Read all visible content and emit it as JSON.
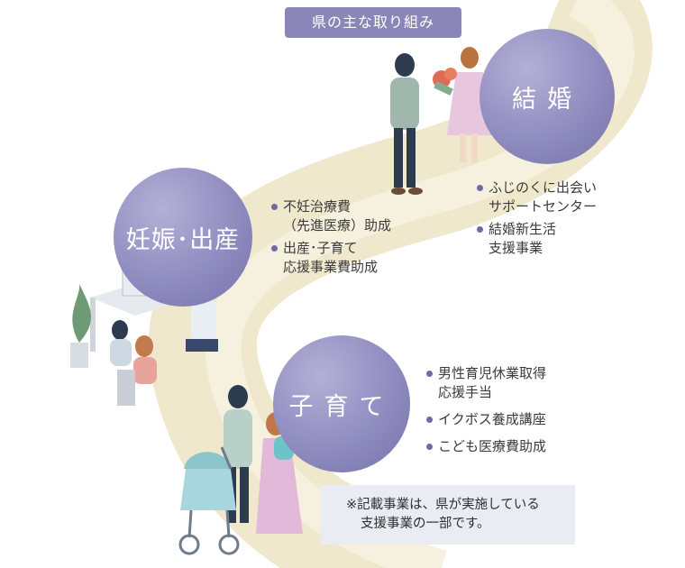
{
  "tag_label": "県の主な取り組み",
  "stages": {
    "marriage": {
      "title": "結婚",
      "items": [
        {
          "lines": [
            "ふじのくに出会い",
            "サポートセンター"
          ]
        },
        {
          "lines": [
            "結婚新生活",
            "支援事業"
          ]
        }
      ]
    },
    "pregnancy": {
      "title": "妊娠･出産",
      "items": [
        {
          "lines": [
            "不妊治療費",
            "（先進医療）助成"
          ]
        },
        {
          "lines": [
            "出産･子育て",
            "応援事業費助成"
          ]
        }
      ]
    },
    "childcare": {
      "title": "子育て",
      "items": [
        {
          "lines": [
            "男性育児休業取得",
            "応援手当"
          ]
        },
        {
          "lines": [
            "イクボス養成講座"
          ]
        },
        {
          "lines": [
            "こども医療費助成"
          ]
        }
      ]
    }
  },
  "note": {
    "line1": "※記載事業は、県が実施している",
    "line2": "支援事業の一部です。"
  },
  "colors": {
    "circle": "#8f8cc0",
    "tag": "#8a87b8",
    "road": "#efe8cc",
    "bullet": "#6e6aa8",
    "note_bg": "#e9ecf3"
  }
}
